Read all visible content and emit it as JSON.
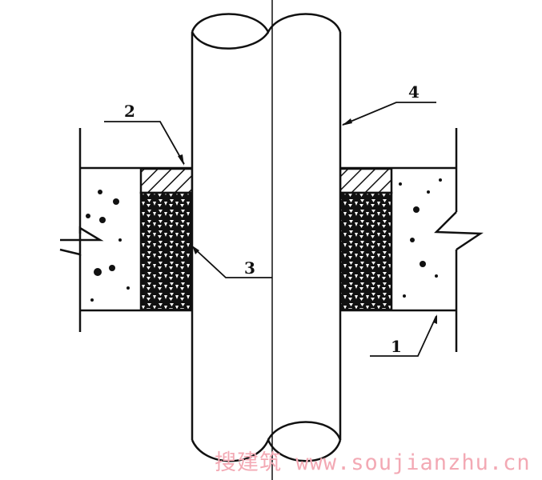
{
  "labels": {
    "l1": "1",
    "l2": "2",
    "l3": "3",
    "l4": "4"
  },
  "watermark": "搜建筑 www.soujianzhu.cn",
  "colors": {
    "line": "#111111",
    "watermark": "#f3a9b4"
  }
}
